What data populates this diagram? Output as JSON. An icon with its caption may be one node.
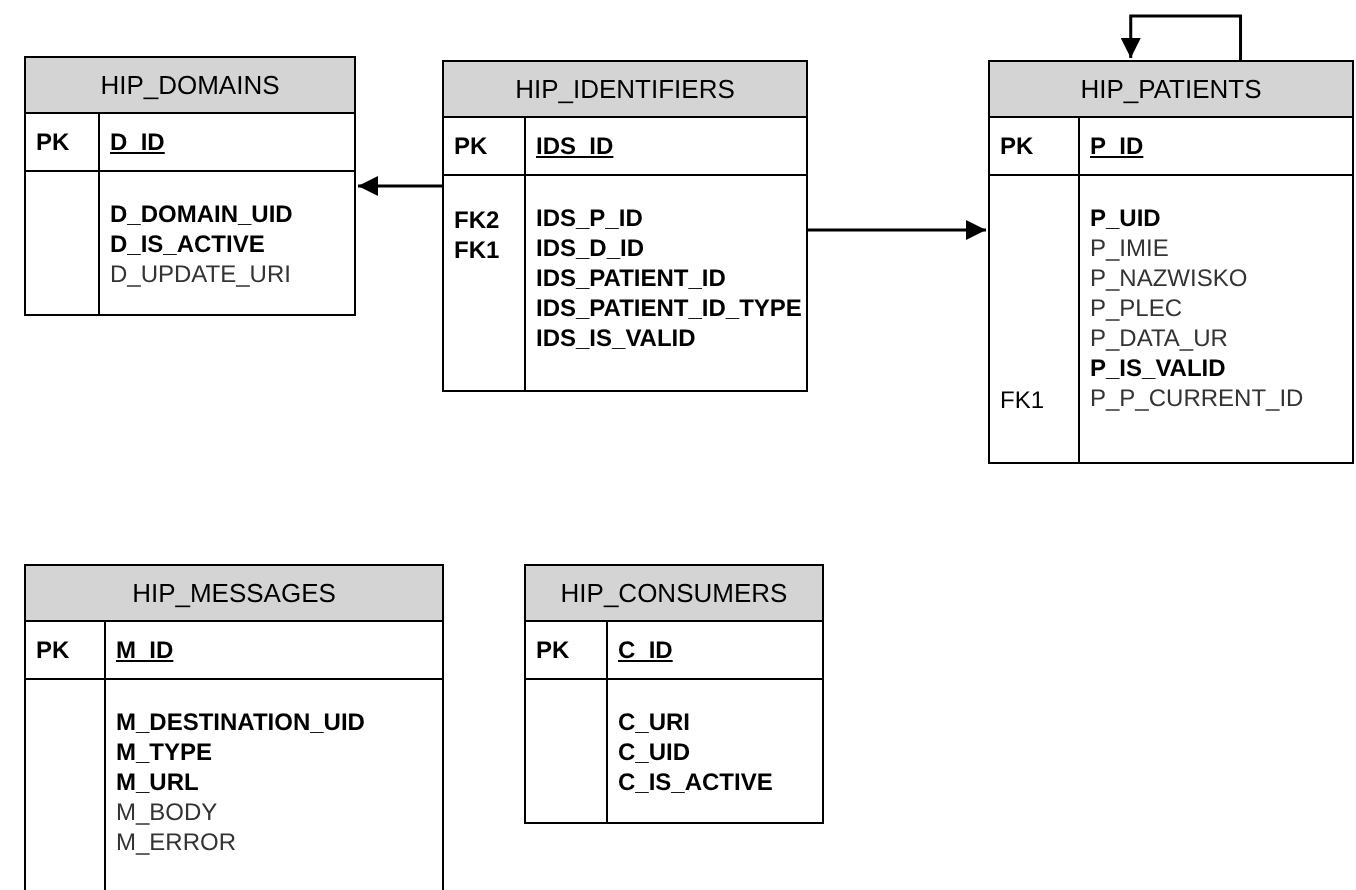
{
  "diagram": {
    "nodes": [
      {
        "text": [
          "HIP_DOMAINS",
          "PK",
          "D_ID",
          "D_DOMAIN_UID",
          "D_IS_ACTIVE",
          "D_UPDATE_URI"
        ]
      },
      {
        "text": [
          "HIP_IDENTIFIERS",
          "PK",
          "IDS_ID",
          "FK2",
          "IDS_P_ID",
          "FK1",
          "IDS_D_ID",
          "IDS_PATIENT_ID",
          "IDS_PATIENT_ID_TYPE",
          "IDS_IS_VALID"
        ]
      },
      {
        "text": [
          "HIP_PATIENTS",
          "PK",
          "P_ID",
          "P_UID",
          "P_IMIE",
          "P_NAZWISKO",
          "P_PLEC",
          "P_DATA_UR",
          "P_IS_VALID",
          "FK1",
          "P_P_CURRENT_ID"
        ]
      },
      {
        "text": [
          "HIP_MESSAGES",
          "PK",
          "M_ID",
          "M_DESTINATION_UID",
          "M_TYPE",
          "M_URL",
          "M_BODY",
          "M_ERROR"
        ]
      },
      {
        "text": [
          "HIP_CONSUMERS",
          "PK",
          "C_ID",
          "C_URI",
          "C_UID",
          "C_IS_ACTIVE"
        ]
      }
    ],
    "edges": [
      {
        "from": 1,
        "to": 0,
        "arrow": "to"
      },
      {
        "from": 1,
        "to": 2,
        "arrow": "to"
      },
      {
        "from": 2,
        "to": 2,
        "arrow": "to"
      }
    ]
  }
}
